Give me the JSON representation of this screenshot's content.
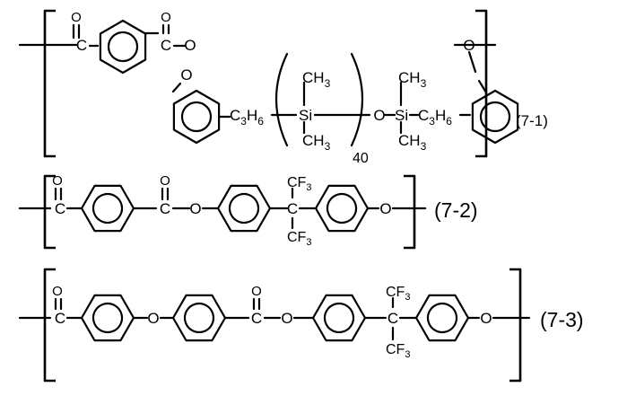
{
  "structures": [
    {
      "id": "7-1",
      "label": "(7-1)",
      "atoms": {
        "carbonyl_o_1": "O",
        "carbonyl_c_1": "C",
        "carbonyl_o_2": "O",
        "carbonyl_c_2": "C",
        "ester_o": "O",
        "ring_o": "O",
        "propyl_1_c": "C",
        "propyl_1_c_sub": "3",
        "propyl_1_h": "H",
        "propyl_1_h_sub": "6",
        "si_1": "Si",
        "ch3_top_1_c": "CH",
        "ch3_top_1_sub": "3",
        "ch3_bot_1_c": "CH",
        "ch3_bot_1_sub": "3",
        "repeat_n": "40",
        "siloxane_o": "O",
        "si_2": "Si",
        "ch3_top_2_c": "CH",
        "ch3_top_2_sub": "3",
        "ch3_bot_2_c": "CH",
        "ch3_bot_2_sub": "3",
        "propyl_2_c": "C",
        "propyl_2_c_sub": "3",
        "propyl_2_h": "H",
        "propyl_2_h_sub": "6",
        "end_o": "O"
      }
    },
    {
      "id": "7-2",
      "label": "(7-2)",
      "atoms": {
        "carbonyl_o_1": "O",
        "carbonyl_c_1": "C",
        "carbonyl_o_2": "O",
        "carbonyl_c_2": "C",
        "ester_o": "O",
        "quat_c": "C",
        "cf3_top": "CF",
        "cf3_top_sub": "3",
        "cf3_bot": "CF",
        "cf3_bot_sub": "3",
        "end_o": "O"
      }
    },
    {
      "id": "7-3",
      "label": "(7-3)",
      "atoms": {
        "carbonyl_o_1": "O",
        "carbonyl_c_1": "C",
        "ether_o": "O",
        "carbonyl_o_2": "O",
        "carbonyl_c_2": "C",
        "ester_o": "O",
        "quat_c": "C",
        "cf3_top": "CF",
        "cf3_top_sub": "3",
        "cf3_bot": "CF",
        "cf3_bot_sub": "3",
        "end_o": "O"
      }
    }
  ]
}
